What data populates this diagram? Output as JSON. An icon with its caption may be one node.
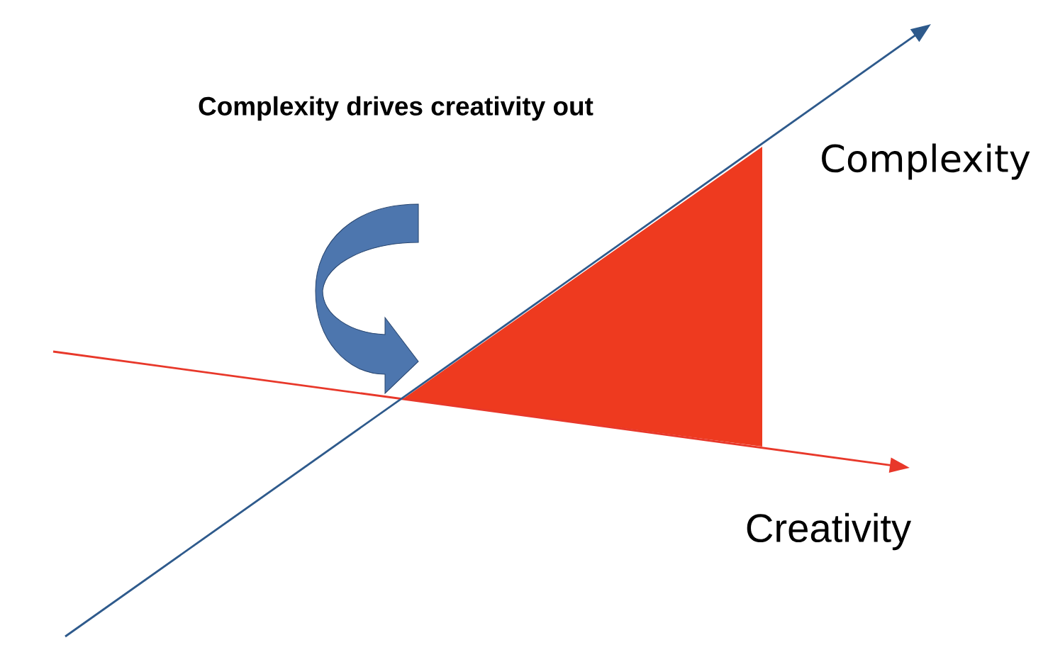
{
  "diagram": {
    "title": "Complexity drives creativity out",
    "labels": [
      "Complexity",
      "Creativity"
    ]
  }
}
